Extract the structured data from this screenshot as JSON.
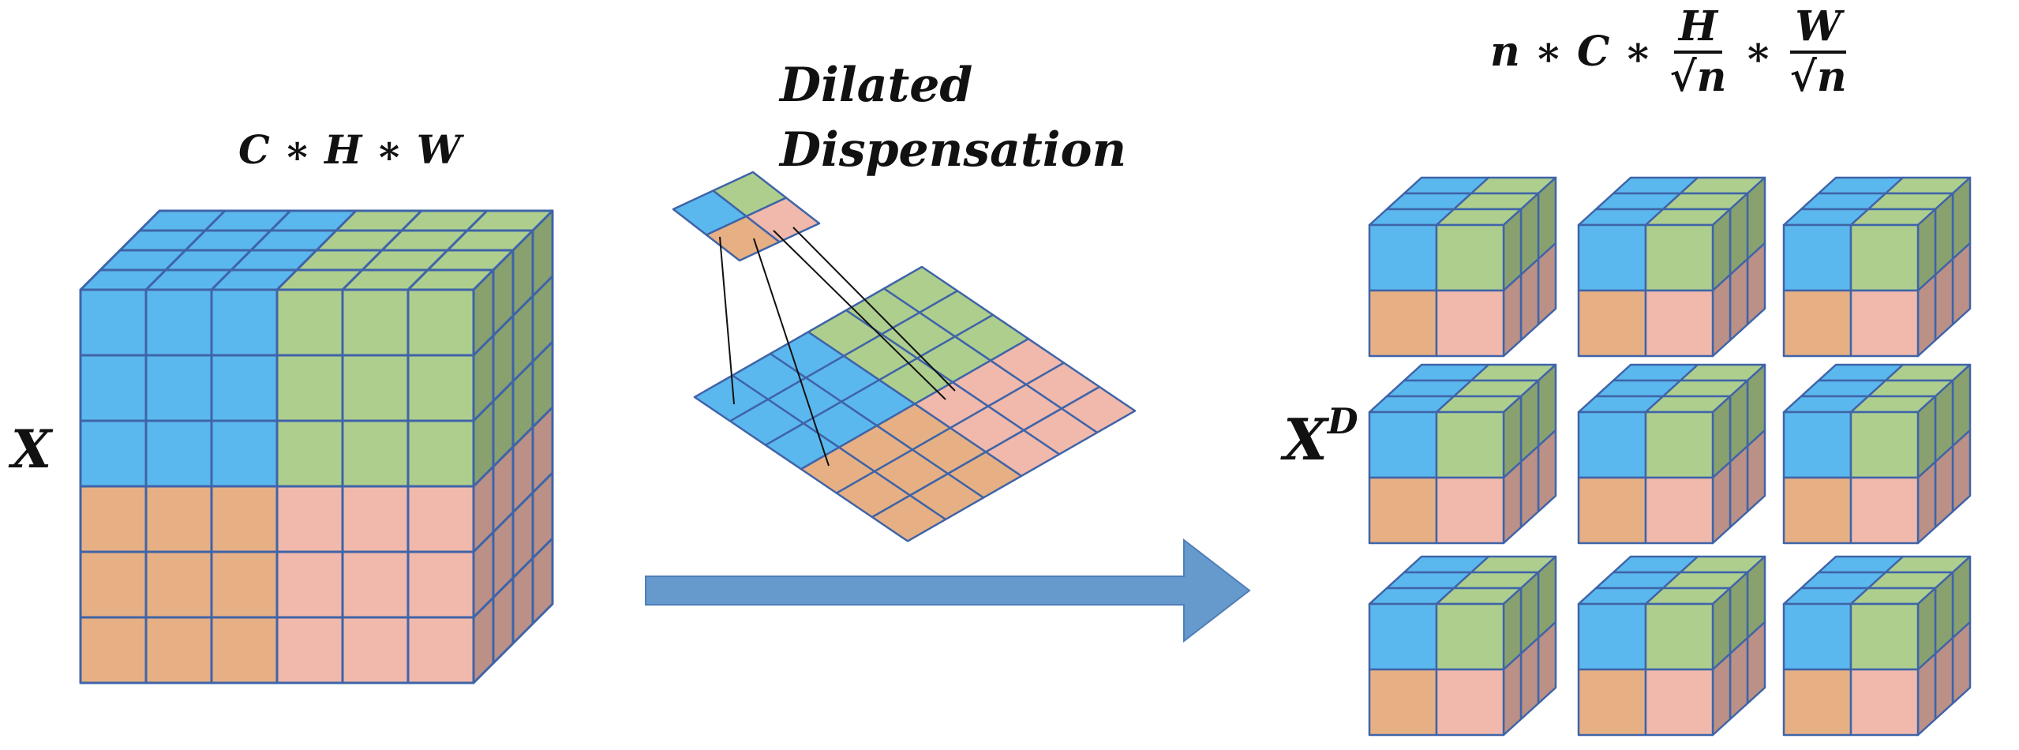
{
  "labels": {
    "input_symbol": "X",
    "input_dims": "C ∗ H ∗ W",
    "operation_line1": "Dilated",
    "operation_line2": "Dispensation",
    "output_symbol": "X",
    "output_superscript": "D",
    "output_dims_prefix": "n ∗ C ∗",
    "output_frac1_num": "H",
    "output_frac1_den": "n",
    "output_frac_sep": "∗",
    "output_frac2_num": "W",
    "output_frac2_den": "n",
    "sqrt_symbol": "√"
  },
  "colors": {
    "blue": "#5BB8EE",
    "green": "#AECE8E",
    "orange": "#E7B084",
    "pink": "#F0B9AC",
    "edge": "#3F64A8",
    "arrow": "#6699CC",
    "text": "#111111"
  }
}
